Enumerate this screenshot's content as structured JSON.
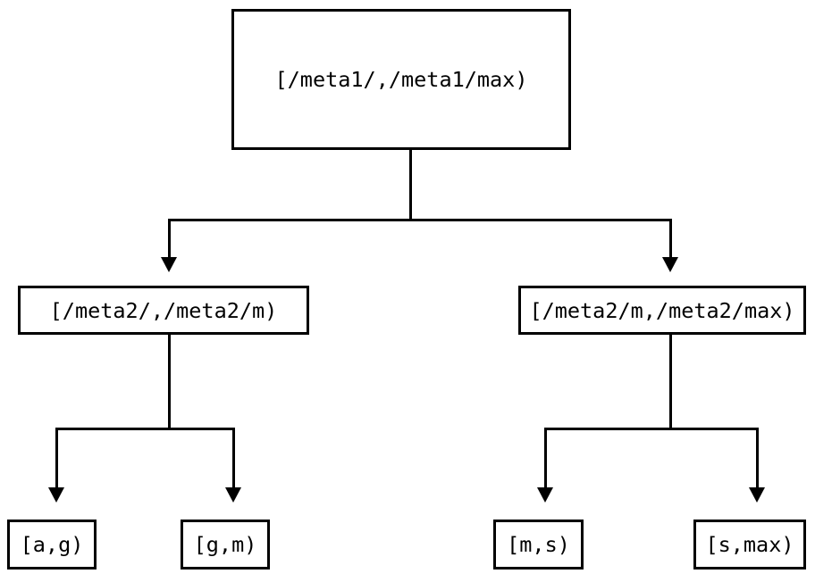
{
  "diagram": {
    "type": "binary-interval-tree",
    "background_color": "#ffffff",
    "line_color": "#000000",
    "text_color": "#000000",
    "root": {
      "label": "[/meta1/,/meta1/max)"
    },
    "level2": [
      {
        "label": "[/meta2/,/meta2/m)"
      },
      {
        "label": "[/meta2/m,/meta2/max)"
      }
    ],
    "leaves": [
      {
        "label": "[a,g)"
      },
      {
        "label": "[g,m)"
      },
      {
        "label": "[m,s)"
      },
      {
        "label": "[s,max)"
      }
    ]
  }
}
